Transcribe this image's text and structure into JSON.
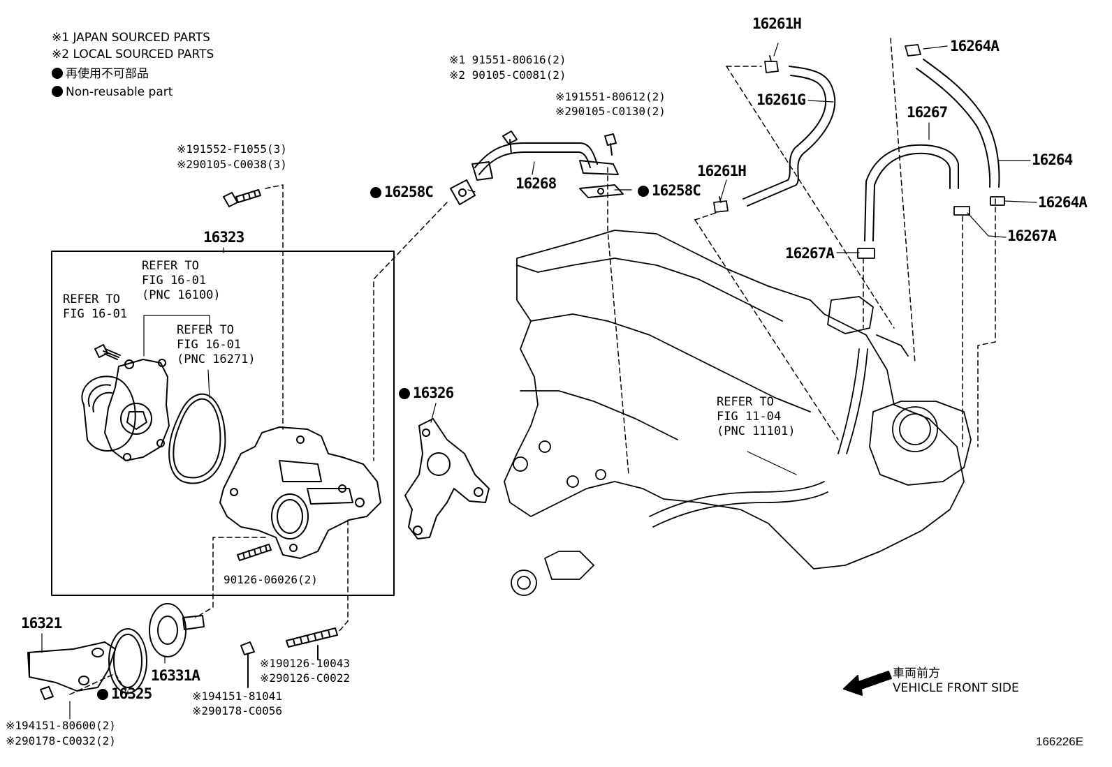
{
  "legend": {
    "line1": "※1 JAPAN SOURCED PARTS",
    "line2": "※2 LOCAL SOURCED PARTS",
    "line3": "再使用不可部品",
    "line4": "Non-reusable part"
  },
  "parts": {
    "p16323": "16323",
    "p16268": "16268",
    "p16258c_left": "16258C",
    "p16258c_right": "16258C",
    "p16261h_top": "16261H",
    "p16261g": "16261G",
    "p16261h_mid": "16261H",
    "p16267": "16267",
    "p16264a_top": "16264A",
    "p16264": "16264",
    "p16264a_mid": "16264A",
    "p16267a_right": "16267A",
    "p16267a_left": "16267A",
    "p16326": "16326",
    "p16321": "16321",
    "p16325": "16325",
    "p16331a": "16331A"
  },
  "bolts": {
    "b1_l1": "※1 91551-80616(2)",
    "b1_l2": "※2 90105-C0081(2)",
    "b2_l1": "※191551-80612(2)",
    "b2_l2": "※290105-C0130(2)",
    "b3_l1": "※191552-F1055(3)",
    "b3_l2": "※290105-C0038(3)",
    "stud1": "90126-06026(2)",
    "stud2_l1": "※190126-10043",
    "stud2_l2": "※290126-C0022",
    "nut_l1": "※194151-81041",
    "nut_l2": "※290178-C0056",
    "bolt4_l1": "※194151-80600(2)",
    "bolt4_l2": "※290178-C0032(2)"
  },
  "refs": {
    "ref1": "REFER TO\nFIG 16-01\n(PNC 16100)",
    "ref2": "REFER TO\nFIG 16-01",
    "ref3": "REFER TO\nFIG 16-01\n(PNC 16271)",
    "ref4": "REFER TO\nFIG 11-04\n(PNC 11101)"
  },
  "direction": {
    "jp": "車両前方",
    "en": "VEHICLE FRONT SIDE"
  },
  "figure_id": "166226E"
}
